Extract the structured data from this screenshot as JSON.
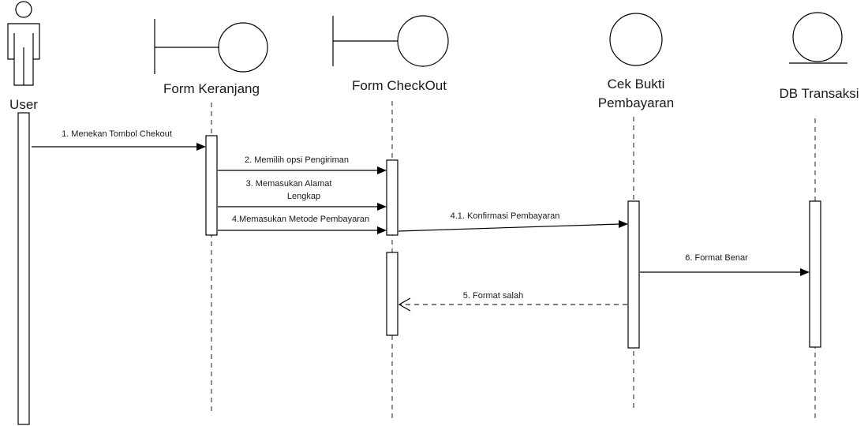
{
  "participants": [
    {
      "id": "user",
      "kind": "actor",
      "label": "User"
    },
    {
      "id": "keranjang",
      "kind": "boundary",
      "label": "Form Keranjang"
    },
    {
      "id": "checkout",
      "kind": "boundary",
      "label": "Form CheckOut"
    },
    {
      "id": "cek",
      "kind": "control",
      "label": "Cek Bukti Pembayaran",
      "label_lines": [
        "Cek Bukti",
        "Pembayaran"
      ]
    },
    {
      "id": "db",
      "kind": "entity",
      "label": "DB Transaksi"
    }
  ],
  "messages": [
    {
      "from": "user",
      "to": "keranjang",
      "label": "1. Menekan Tombol Chekout",
      "type": "sync"
    },
    {
      "from": "keranjang",
      "to": "checkout",
      "label": "2. Memilih opsi Pengiriman",
      "type": "sync"
    },
    {
      "from": "keranjang",
      "to": "checkout",
      "label": "3. Memasukan Alamat Lengkap",
      "label_lines": [
        "3. Memasukan Alamat",
        "Lengkap"
      ],
      "type": "sync"
    },
    {
      "from": "keranjang",
      "to": "checkout",
      "label": "4.Memasukan Metode Pembayaran",
      "type": "sync"
    },
    {
      "from": "checkout",
      "to": "cek",
      "label": "4.1. Konfirmasi Pembayaran",
      "type": "sync"
    },
    {
      "from": "cek",
      "to": "db",
      "label": "6. Format Benar",
      "type": "sync"
    },
    {
      "from": "cek",
      "to": "checkout",
      "label": "5. Format salah",
      "type": "return"
    }
  ]
}
